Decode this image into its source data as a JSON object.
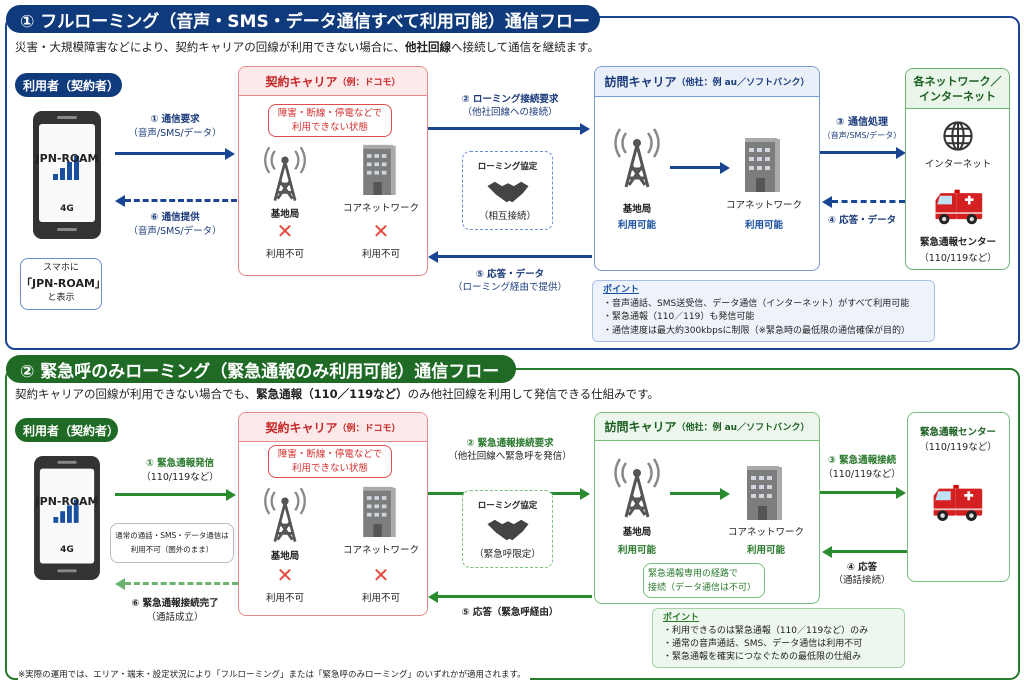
{
  "colors": {
    "blue": "#1a4592",
    "navy": "#0f3b7d",
    "green": "#2a7a2e",
    "red": "#e05a5a",
    "gray": "#555555"
  },
  "s1": {
    "title": "① フルローミング（音声・SMS・データ通信すべて利用可能）通信フロー",
    "desc_pre": "災害・大規模障害などにより、契約キャリアの回線が利用できない場合に、",
    "desc_bold": "他社回線",
    "desc_post": "へ接続して通信を継続ます。",
    "user_label": "利用者（契約者）",
    "phone": {
      "name": "JPN-ROAM",
      "net": "4G"
    },
    "callout": [
      "スマホに",
      "「JPN-ROAM」",
      "と表示"
    ],
    "a1": [
      "① 通信要求",
      "（音声/SMS/データ）"
    ],
    "a6": [
      "⑥ 通信提供",
      "（音声/SMS/データ）"
    ],
    "contract": {
      "title": "契約キャリア",
      "sub": "（例：ドコモ）",
      "status": [
        "障害・断線・停電などで",
        "利用できない状態"
      ],
      "base": "基地局",
      "core": "コアネットワーク",
      "na": "利用不可"
    },
    "a2": [
      "② ローミング接続要求",
      "（他社回線への接続）"
    ],
    "agree": {
      "title": "ローミング協定",
      "sub": "（相互接続）"
    },
    "a5": [
      "⑤ 応答・データ",
      "（ローミング経由で提供）"
    ],
    "visit": {
      "title": "訪問キャリア",
      "sub": "（他社：例 au／ソフトバンク）",
      "base": "基地局",
      "core": "コアネットワーク",
      "ok": "利用可能"
    },
    "a3": [
      "③ 通信処理",
      "（音声/SMS/データ）"
    ],
    "a4": "④ 応答・データ",
    "net": {
      "title": [
        "各ネットワーク／",
        "インターネット"
      ],
      "internet": "インターネット",
      "center": "緊急通報センター",
      "center_sub": "（110/119など）"
    },
    "points": {
      "title": "ポイント",
      "items": [
        "・音声通話、SMS送受信、データ通信（インターネット）がすべて利用可能",
        "・緊急通報（110／119）も発信可能",
        "・通信速度は最大約300kbpsに制限（※緊急時の最低限の通信確保が目的）"
      ]
    }
  },
  "s2": {
    "title": "② 緊急呼のみローミング（緊急通報のみ利用可能）通信フロー",
    "desc_pre": "契約キャリアの回線が利用できない場合でも、",
    "desc_bold": "緊急通報（110／119など）",
    "desc_post": "のみ他社回線を利用して発信できる仕組みです。",
    "user_label": "利用者（契約者）",
    "phone": {
      "name": "JPN-ROAM",
      "net": "4G"
    },
    "bubble": [
      "通常の通話・SMS・データ通信は",
      "利用不可（圏外のまま）"
    ],
    "a1": [
      "① 緊急通報発信",
      "（110/119など）"
    ],
    "a6": [
      "⑥ 緊急通報接続完了",
      "（通話成立）"
    ],
    "contract": {
      "title": "契約キャリア",
      "sub": "（例：ドコモ）",
      "status": [
        "障害・断線・停電などで",
        "利用できない状態"
      ],
      "base": "基地局",
      "core": "コアネットワーク",
      "na": "利用不可"
    },
    "a2": [
      "② 緊急通報接続要求",
      "（他社回線へ緊急呼を発信）"
    ],
    "agree": {
      "title": "ローミング協定",
      "sub": "（緊急呼限定）"
    },
    "a5": "⑤ 応答（緊急呼経由）",
    "visit": {
      "title": "訪問キャリア",
      "sub": "（他社：例 au／ソフトバンク）",
      "base": "基地局",
      "core": "コアネットワーク",
      "ok": "利用可能",
      "callout": [
        "緊急通報専用の経路で",
        "接続（データ通信は不可）"
      ]
    },
    "a3": [
      "③ 緊急通報接続",
      "（110/119など）"
    ],
    "a4": [
      "④ 応答",
      "（通話接続）"
    ],
    "center": {
      "title": "緊急通報センター",
      "sub": "（110/119など）"
    },
    "points": {
      "title": "ポイント",
      "items": [
        "・利用できるのは緊急通報（110／119など）のみ",
        "・通常の音声通話、SMS、データ通信は利用不可",
        "・緊急通報を確実につなぐための最低限の仕組み"
      ]
    }
  },
  "footnote": "※実際の運用では、エリア・端末・設定状況により「フルローミング」または「緊急呼のみローミング」のいずれかが適用されます。"
}
